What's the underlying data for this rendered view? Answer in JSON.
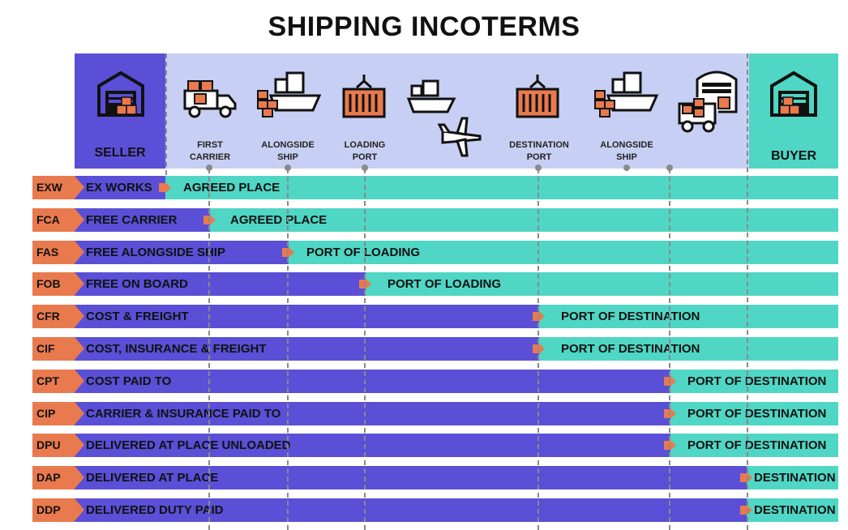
{
  "title": "SHIPPING INCOTERMS",
  "columns": {
    "seller": "SELLER",
    "buyer": "BUYER"
  },
  "stages": [
    {
      "label": "FIRST\nCARRIER",
      "icon": "truck-icon"
    },
    {
      "label": "ALONGSIDE\nSHIP",
      "icon": "cargo-ship-icon"
    },
    {
      "label": "LOADING\nPORT",
      "icon": "container-icon"
    },
    {
      "label": "DESTINATION\nPORT",
      "icon": "container-icon"
    },
    {
      "label": "ALONGSIDE\nSHIP",
      "icon": "cargo-ship-icon"
    }
  ],
  "transit_icons": [
    "cargo-ship-icon",
    "airplane-icon",
    "warehouse-truck-icon"
  ],
  "colors": {
    "seller": "#5a4fd6",
    "buyer": "#4fd6c4",
    "band": "#c8cff4",
    "code": "#e87a4e"
  },
  "rows": [
    {
      "code": "EXW",
      "term": "EX WORKS",
      "transfer": "AGREED PLACE",
      "stage": "seller"
    },
    {
      "code": "FCA",
      "term": "FREE CARRIER",
      "transfer": "AGREED PLACE",
      "stage": "first-carrier"
    },
    {
      "code": "FAS",
      "term": "FREE ALONGSIDE SHIP",
      "transfer": "PORT OF LOADING",
      "stage": "alongside-ship"
    },
    {
      "code": "FOB",
      "term": "FREE ON BOARD",
      "transfer": "PORT OF LOADING",
      "stage": "loading-port"
    },
    {
      "code": "CFR",
      "term": "COST & FREIGHT",
      "transfer": "PORT OF DESTINATION",
      "stage": "destination-port"
    },
    {
      "code": "CIF",
      "term": "COST, INSURANCE & FREIGHT",
      "transfer": "PORT OF DESTINATION",
      "stage": "destination-port"
    },
    {
      "code": "CPT",
      "term": "COST PAID TO",
      "transfer": "PORT OF DESTINATION",
      "stage": "alongside-ship-destination"
    },
    {
      "code": "CIP",
      "term": "CARRIER & INSURANCE PAID TO",
      "transfer": "PORT OF DESTINATION",
      "stage": "alongside-ship-destination"
    },
    {
      "code": "DPU",
      "term": "DELIVERED AT PLACE UNLOADED",
      "transfer": "PORT OF DESTINATION",
      "stage": "alongside-ship-destination"
    },
    {
      "code": "DAP",
      "term": "DELIVERED AT PLACE",
      "transfer": "DESTINATION",
      "stage": "buyer"
    },
    {
      "code": "DDP",
      "term": "DELIVERED DUTY PAID",
      "transfer": "DESTINATION",
      "stage": "buyer"
    }
  ]
}
